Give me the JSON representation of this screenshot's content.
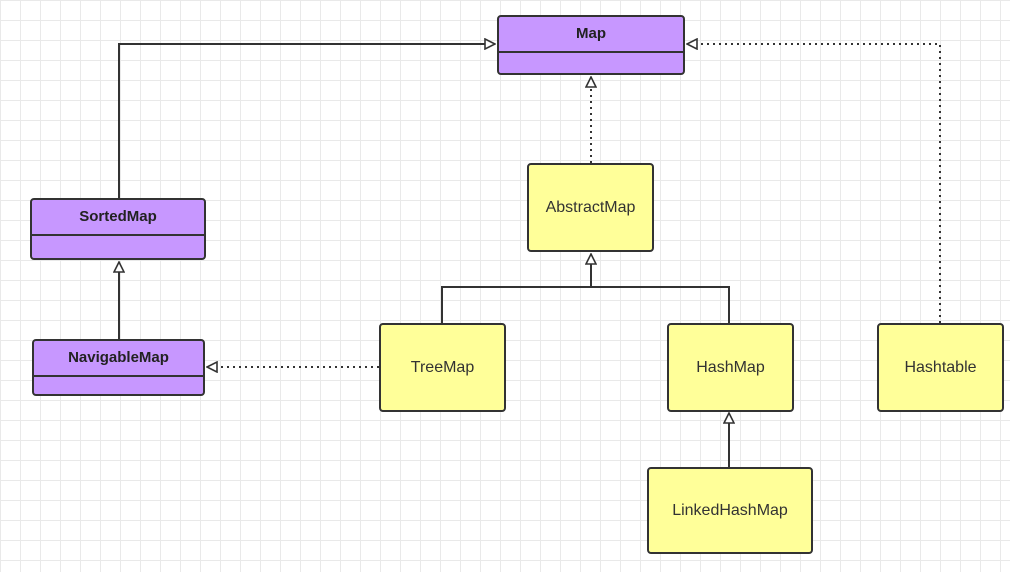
{
  "nodes": {
    "map": "Map",
    "sorted_map": "SortedMap",
    "navigable_map": "NavigableMap",
    "abstract_map": "AbstractMap",
    "tree_map": "TreeMap",
    "hash_map": "HashMap",
    "hashtable": "Hashtable",
    "linked_hash_map": "LinkedHashMap"
  },
  "colors": {
    "interface_fill": "#c797ff",
    "class_fill": "#ffff99",
    "stroke": "#333333"
  }
}
